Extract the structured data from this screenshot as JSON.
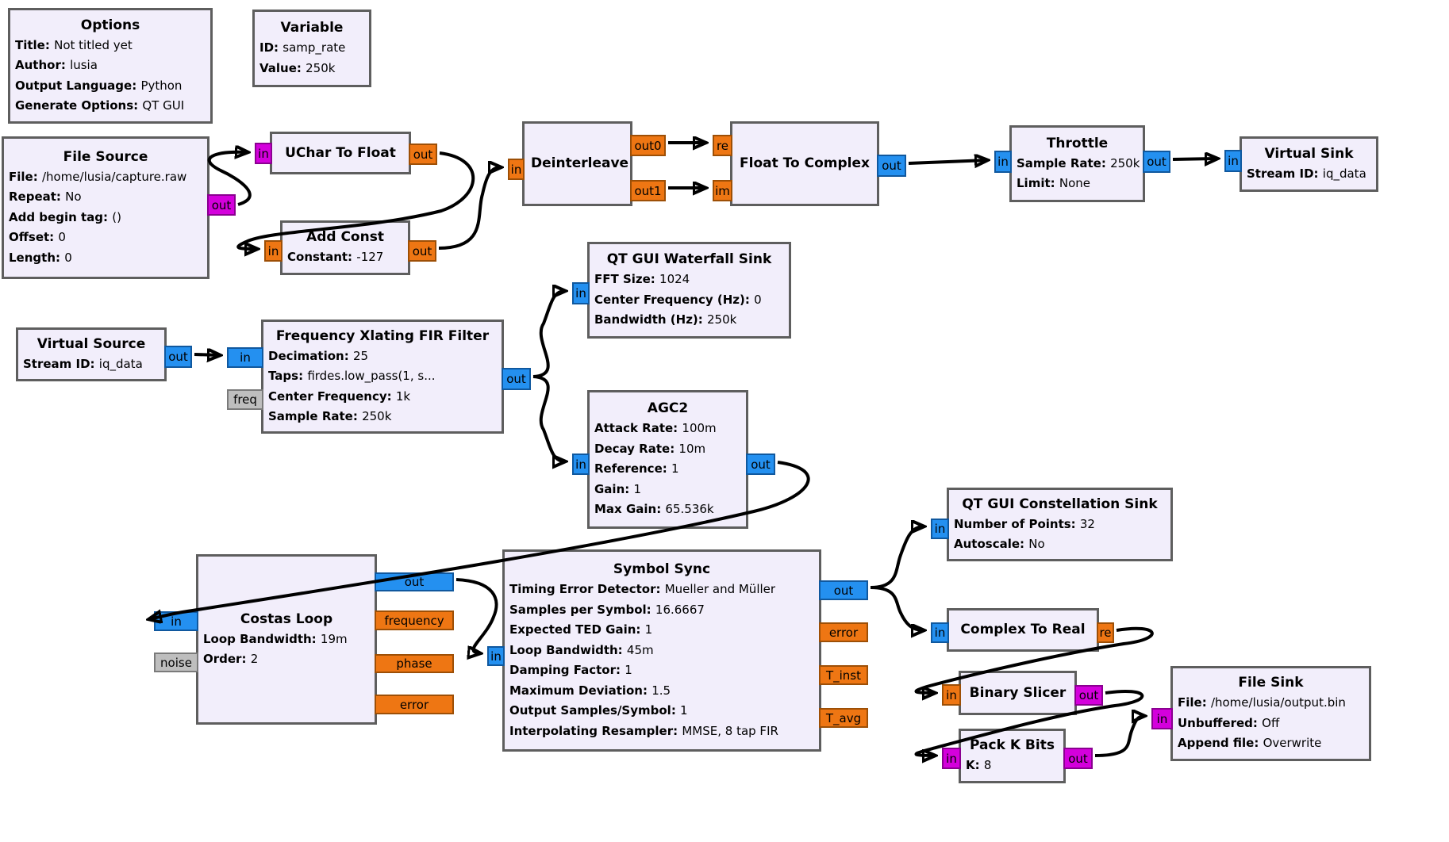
{
  "app": {
    "name": "GNU Radio Companion flowgraph canvas"
  },
  "colors": {
    "block_fill": "#F2EEFB",
    "block_border": "#5e5e5e",
    "port_float_orange": "#EE7613",
    "port_complex_blue": "#2490F0",
    "port_byte_magenta": "#D400DC",
    "port_optional_gray": "#BEBEBE",
    "wire": "#000000",
    "canvas_bg": "#ffffff"
  },
  "blocks": {
    "options": {
      "title": "Options",
      "params": [
        {
          "k": "Title",
          "v": "Not titled yet"
        },
        {
          "k": "Author",
          "v": "lusia"
        },
        {
          "k": "Output Language",
          "v": "Python"
        },
        {
          "k": "Generate Options",
          "v": "QT GUI"
        }
      ],
      "ports": {}
    },
    "variable": {
      "title": "Variable",
      "params": [
        {
          "k": "ID",
          "v": "samp_rate"
        },
        {
          "k": "Value",
          "v": "250k"
        }
      ],
      "ports": {}
    },
    "file_source": {
      "title": "File Source",
      "params": [
        {
          "k": "File",
          "v": "/home/lusia/capture.raw"
        },
        {
          "k": "Repeat",
          "v": "No"
        },
        {
          "k": "Add begin tag",
          "v": "()"
        },
        {
          "k": "Offset",
          "v": "0"
        },
        {
          "k": "Length",
          "v": "0"
        }
      ],
      "ports": {
        "out": "out"
      }
    },
    "uchar_to_float": {
      "title": "UChar To Float",
      "params": [],
      "ports": {
        "in": "in",
        "out": "out"
      }
    },
    "add_const": {
      "title": "Add Const",
      "params": [
        {
          "k": "Constant",
          "v": "-127"
        }
      ],
      "ports": {
        "in": "in",
        "out": "out"
      }
    },
    "deinterleave": {
      "title": "Deinterleave",
      "params": [],
      "ports": {
        "in": "in",
        "out0": "out0",
        "out1": "out1"
      }
    },
    "float_to_complex": {
      "title": "Float To Complex",
      "params": [],
      "ports": {
        "re": "re",
        "im": "im",
        "out": "out"
      }
    },
    "throttle": {
      "title": "Throttle",
      "params": [
        {
          "k": "Sample Rate",
          "v": "250k"
        },
        {
          "k": "Limit",
          "v": "None"
        }
      ],
      "ports": {
        "in": "in",
        "out": "out"
      }
    },
    "virtual_sink": {
      "title": "Virtual Sink",
      "params": [
        {
          "k": "Stream ID",
          "v": "iq_data"
        }
      ],
      "ports": {
        "in": "in"
      }
    },
    "waterfall_sink": {
      "title": "QT GUI Waterfall Sink",
      "params": [
        {
          "k": "FFT Size",
          "v": "1024"
        },
        {
          "k": "Center Frequency (Hz)",
          "v": "0"
        },
        {
          "k": "Bandwidth (Hz)",
          "v": "250k"
        }
      ],
      "ports": {
        "in": "in"
      }
    },
    "virtual_source": {
      "title": "Virtual Source",
      "params": [
        {
          "k": "Stream ID",
          "v": "iq_data"
        }
      ],
      "ports": {
        "out": "out"
      }
    },
    "freq_xlating_fir": {
      "title": "Frequency Xlating FIR Filter",
      "params": [
        {
          "k": "Decimation",
          "v": "25"
        },
        {
          "k": "Taps",
          "v": "firdes.low_pass(1, s..."
        },
        {
          "k": "Center Frequency",
          "v": "1k"
        },
        {
          "k": "Sample Rate",
          "v": "250k"
        }
      ],
      "ports": {
        "in": "in",
        "freq": "freq",
        "out": "out"
      }
    },
    "agc2": {
      "title": "AGC2",
      "params": [
        {
          "k": "Attack Rate",
          "v": "100m"
        },
        {
          "k": "Decay Rate",
          "v": "10m"
        },
        {
          "k": "Reference",
          "v": "1"
        },
        {
          "k": "Gain",
          "v": "1"
        },
        {
          "k": "Max Gain",
          "v": "65.536k"
        }
      ],
      "ports": {
        "in": "in",
        "out": "out"
      }
    },
    "costas_loop": {
      "title": "Costas Loop",
      "params": [
        {
          "k": "Loop Bandwidth",
          "v": "19m"
        },
        {
          "k": "Order",
          "v": "2"
        }
      ],
      "ports": {
        "in": "in",
        "noise": "noise",
        "out": "out",
        "frequency": "frequency",
        "phase": "phase",
        "error": "error"
      }
    },
    "symbol_sync": {
      "title": "Symbol Sync",
      "params": [
        {
          "k": "Timing Error Detector",
          "v": "Mueller and Müller"
        },
        {
          "k": "Samples per Symbol",
          "v": "16.6667"
        },
        {
          "k": "Expected TED Gain",
          "v": "1"
        },
        {
          "k": "Loop Bandwidth",
          "v": "45m"
        },
        {
          "k": "Damping Factor",
          "v": "1"
        },
        {
          "k": "Maximum Deviation",
          "v": "1.5"
        },
        {
          "k": "Output Samples/Symbol",
          "v": "1"
        },
        {
          "k": "Interpolating Resampler",
          "v": "MMSE, 8 tap FIR"
        }
      ],
      "ports": {
        "in": "in",
        "out": "out",
        "error": "error",
        "t_inst": "T_inst",
        "t_avg": "T_avg"
      }
    },
    "constellation_sink": {
      "title": "QT GUI Constellation Sink",
      "params": [
        {
          "k": "Number of Points",
          "v": "32"
        },
        {
          "k": "Autoscale",
          "v": "No"
        }
      ],
      "ports": {
        "in": "in"
      }
    },
    "complex_to_real": {
      "title": "Complex To Real",
      "params": [],
      "ports": {
        "in": "in",
        "re": "re"
      }
    },
    "binary_slicer": {
      "title": "Binary Slicer",
      "params": [],
      "ports": {
        "in": "in",
        "out": "out"
      }
    },
    "pack_k_bits": {
      "title": "Pack K Bits",
      "params": [
        {
          "k": "K",
          "v": "8"
        }
      ],
      "ports": {
        "in": "in",
        "out": "out"
      }
    },
    "file_sink": {
      "title": "File Sink",
      "params": [
        {
          "k": "File",
          "v": "/home/lusia/output.bin"
        },
        {
          "k": "Unbuffered",
          "v": "Off"
        },
        {
          "k": "Append file",
          "v": "Overwrite"
        }
      ],
      "ports": {
        "in": "in"
      }
    }
  },
  "connections": [
    "file_source.out -> uchar_to_float.in",
    "uchar_to_float.out -> add_const.in",
    "add_const.out -> deinterleave.in",
    "deinterleave.out0 -> float_to_complex.re",
    "deinterleave.out1 -> float_to_complex.im",
    "float_to_complex.out -> throttle.in",
    "throttle.out -> virtual_sink.in",
    "virtual_source.out -> freq_xlating_fir.in",
    "freq_xlating_fir.out -> waterfall_sink.in",
    "freq_xlating_fir.out -> agc2.in",
    "agc2.out -> costas_loop.in",
    "costas_loop.out -> symbol_sync.in",
    "symbol_sync.out -> constellation_sink.in",
    "symbol_sync.out -> complex_to_real.in",
    "complex_to_real.re -> binary_slicer.in",
    "binary_slicer.out -> pack_k_bits.in",
    "pack_k_bits.out -> file_sink.in"
  ]
}
